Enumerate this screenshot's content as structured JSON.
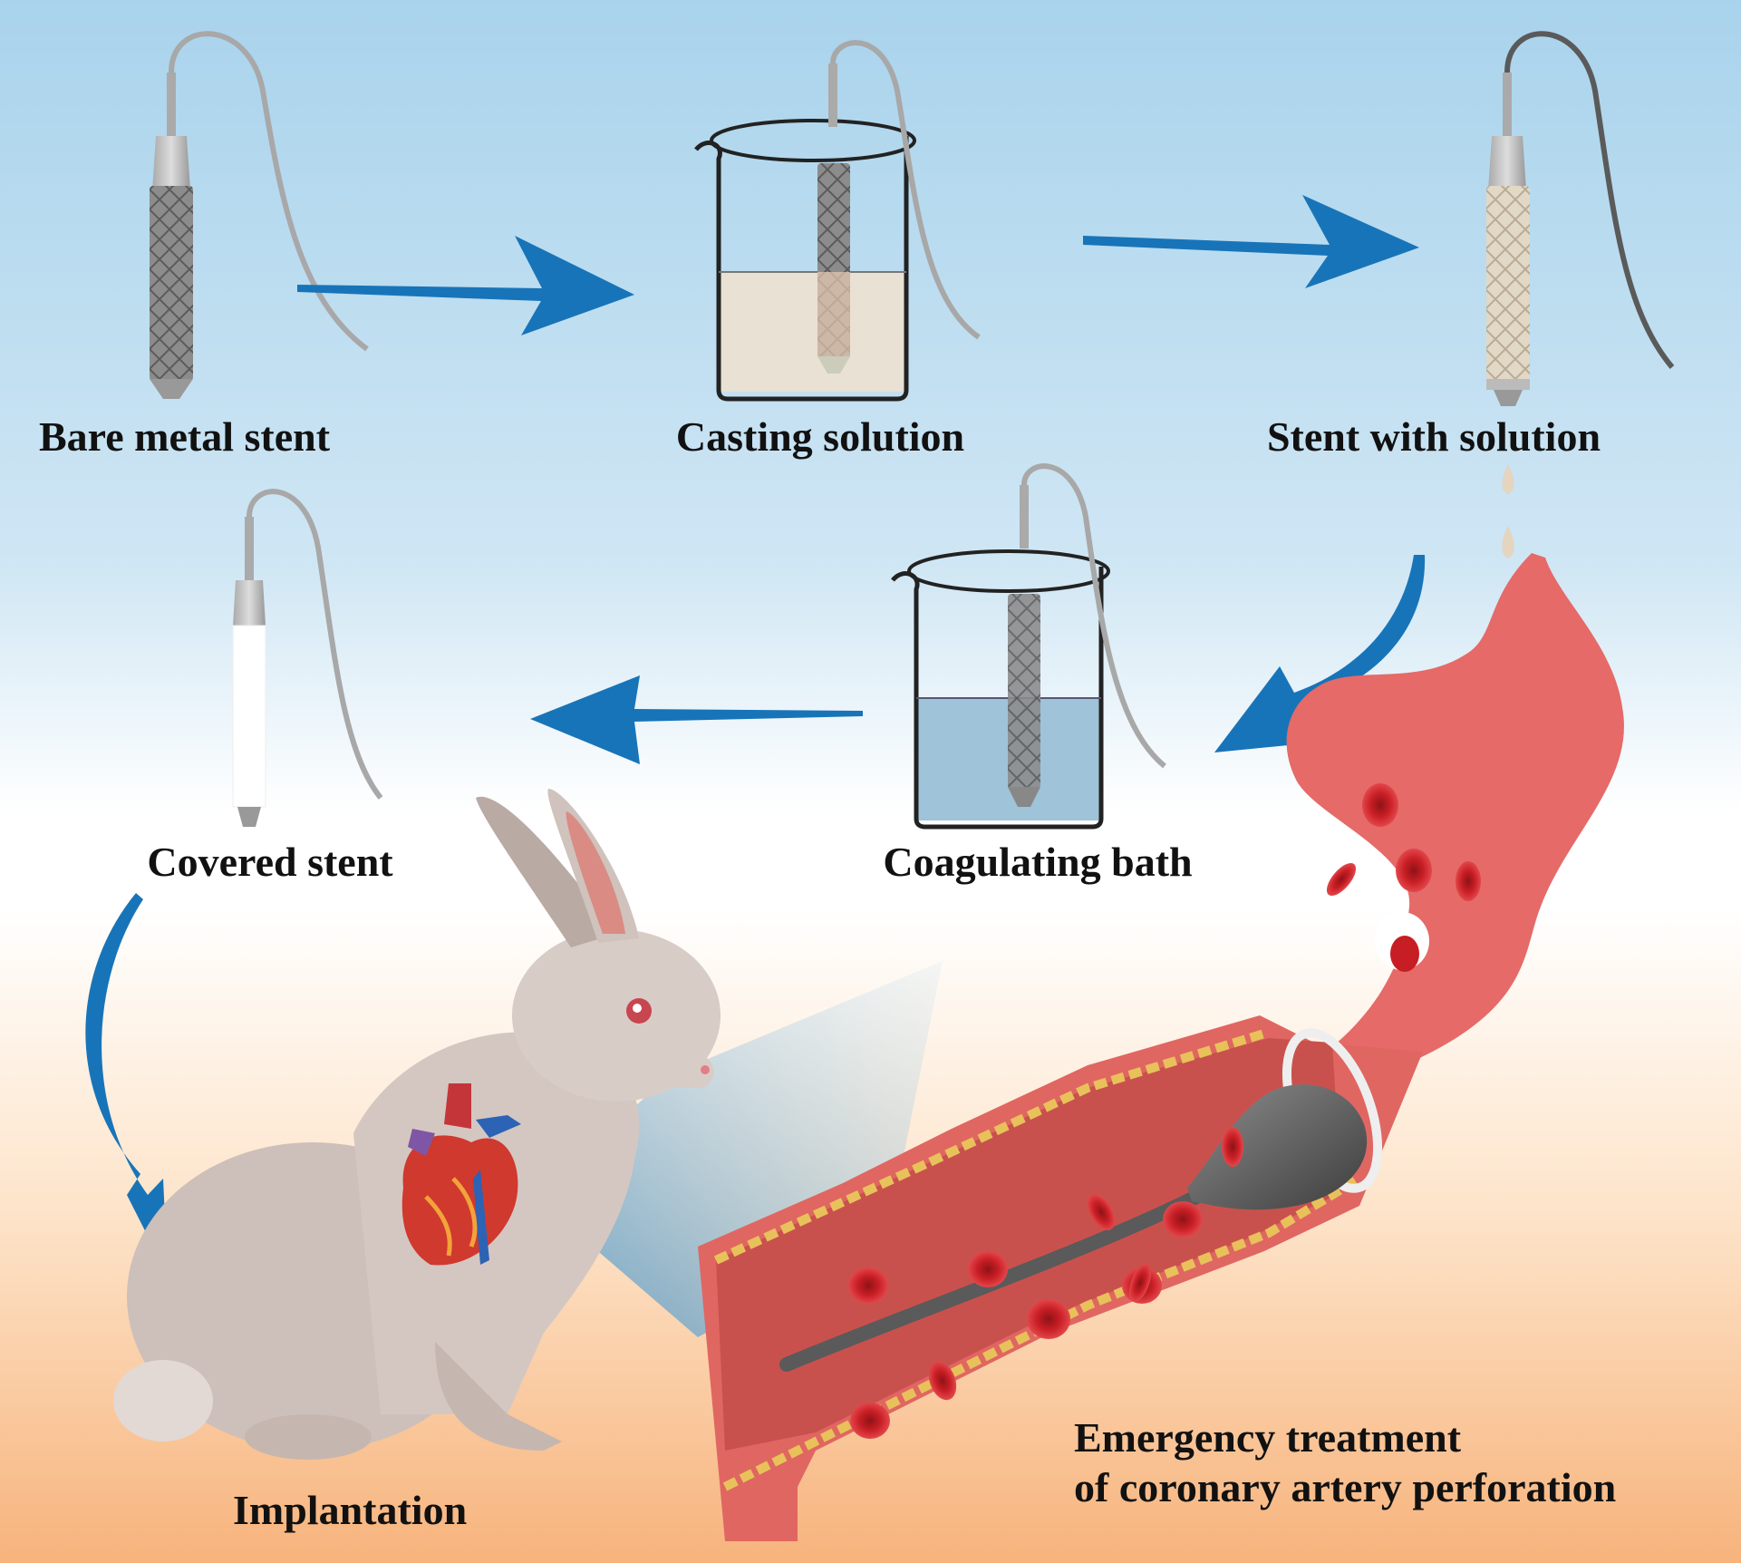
{
  "labels": {
    "bare_metal_stent": "Bare metal stent",
    "casting_solution": "Casting solution",
    "stent_with_solution": "Stent with solution",
    "coagulating_bath": "Coagulating bath",
    "covered_stent": "Covered stent",
    "implantation": "Implantation",
    "emergency_line1": "Emergency treatment",
    "emergency_line2": "of coronary artery perforation"
  },
  "colors": {
    "arrow": "#1874b8",
    "stent_metal": "#8c8c8c",
    "casting_solution": "#e9e1d3",
    "coagulating_bath": "#9fc3d8",
    "vessel": "#e56a68",
    "red_blood_cell": "#c71e24",
    "rabbit": "#cdbfb9"
  },
  "icons": [
    "stent-icon",
    "beaker-icon",
    "rabbit-icon",
    "heart-icon",
    "blood-vessel-icon",
    "catheter-balloon-icon",
    "red-blood-cell-icon"
  ]
}
